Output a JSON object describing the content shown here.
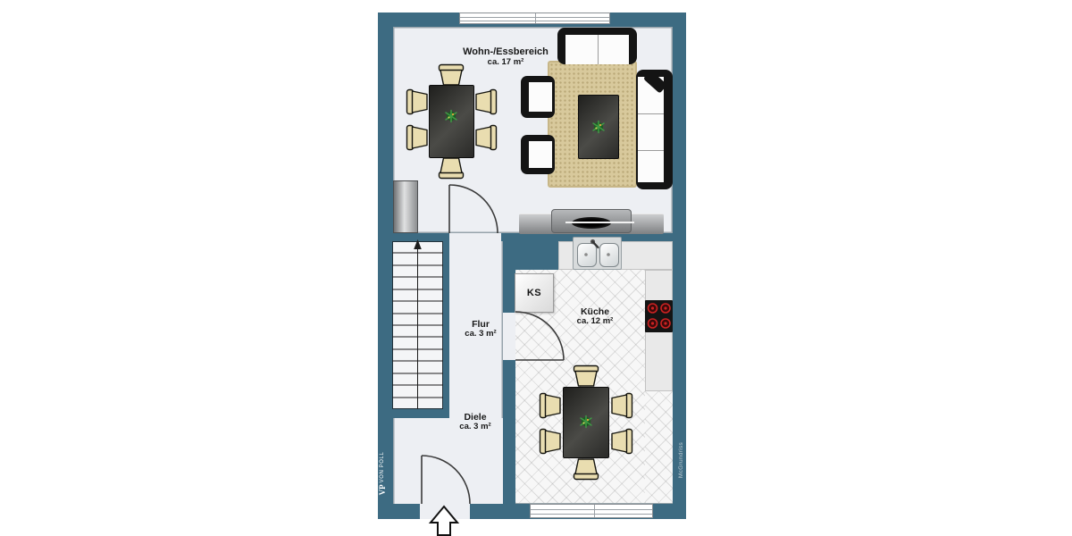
{
  "plan": {
    "rooms": [
      {
        "id": "wohn-essbereich",
        "name": "Wohn-/Essbereich",
        "area": "ca. 17 m²"
      },
      {
        "id": "flur",
        "name": "Flur",
        "area": "ca. 3 m²"
      },
      {
        "id": "diele",
        "name": "Diele",
        "area": "ca. 3 m²"
      },
      {
        "id": "kueche",
        "name": "Küche",
        "area": "ca. 12 m²"
      }
    ],
    "fridge_label": "KS",
    "watermark_left_monogram": "VP",
    "watermark_left_text": "VON POLL",
    "watermark_right": "McGrundriss",
    "colors": {
      "wall": "#3d6b82",
      "floor": "#edeff3",
      "rug": "#d8c99c",
      "burner_red": "#cc2222",
      "chair_beige": "#e9ddb0"
    }
  }
}
